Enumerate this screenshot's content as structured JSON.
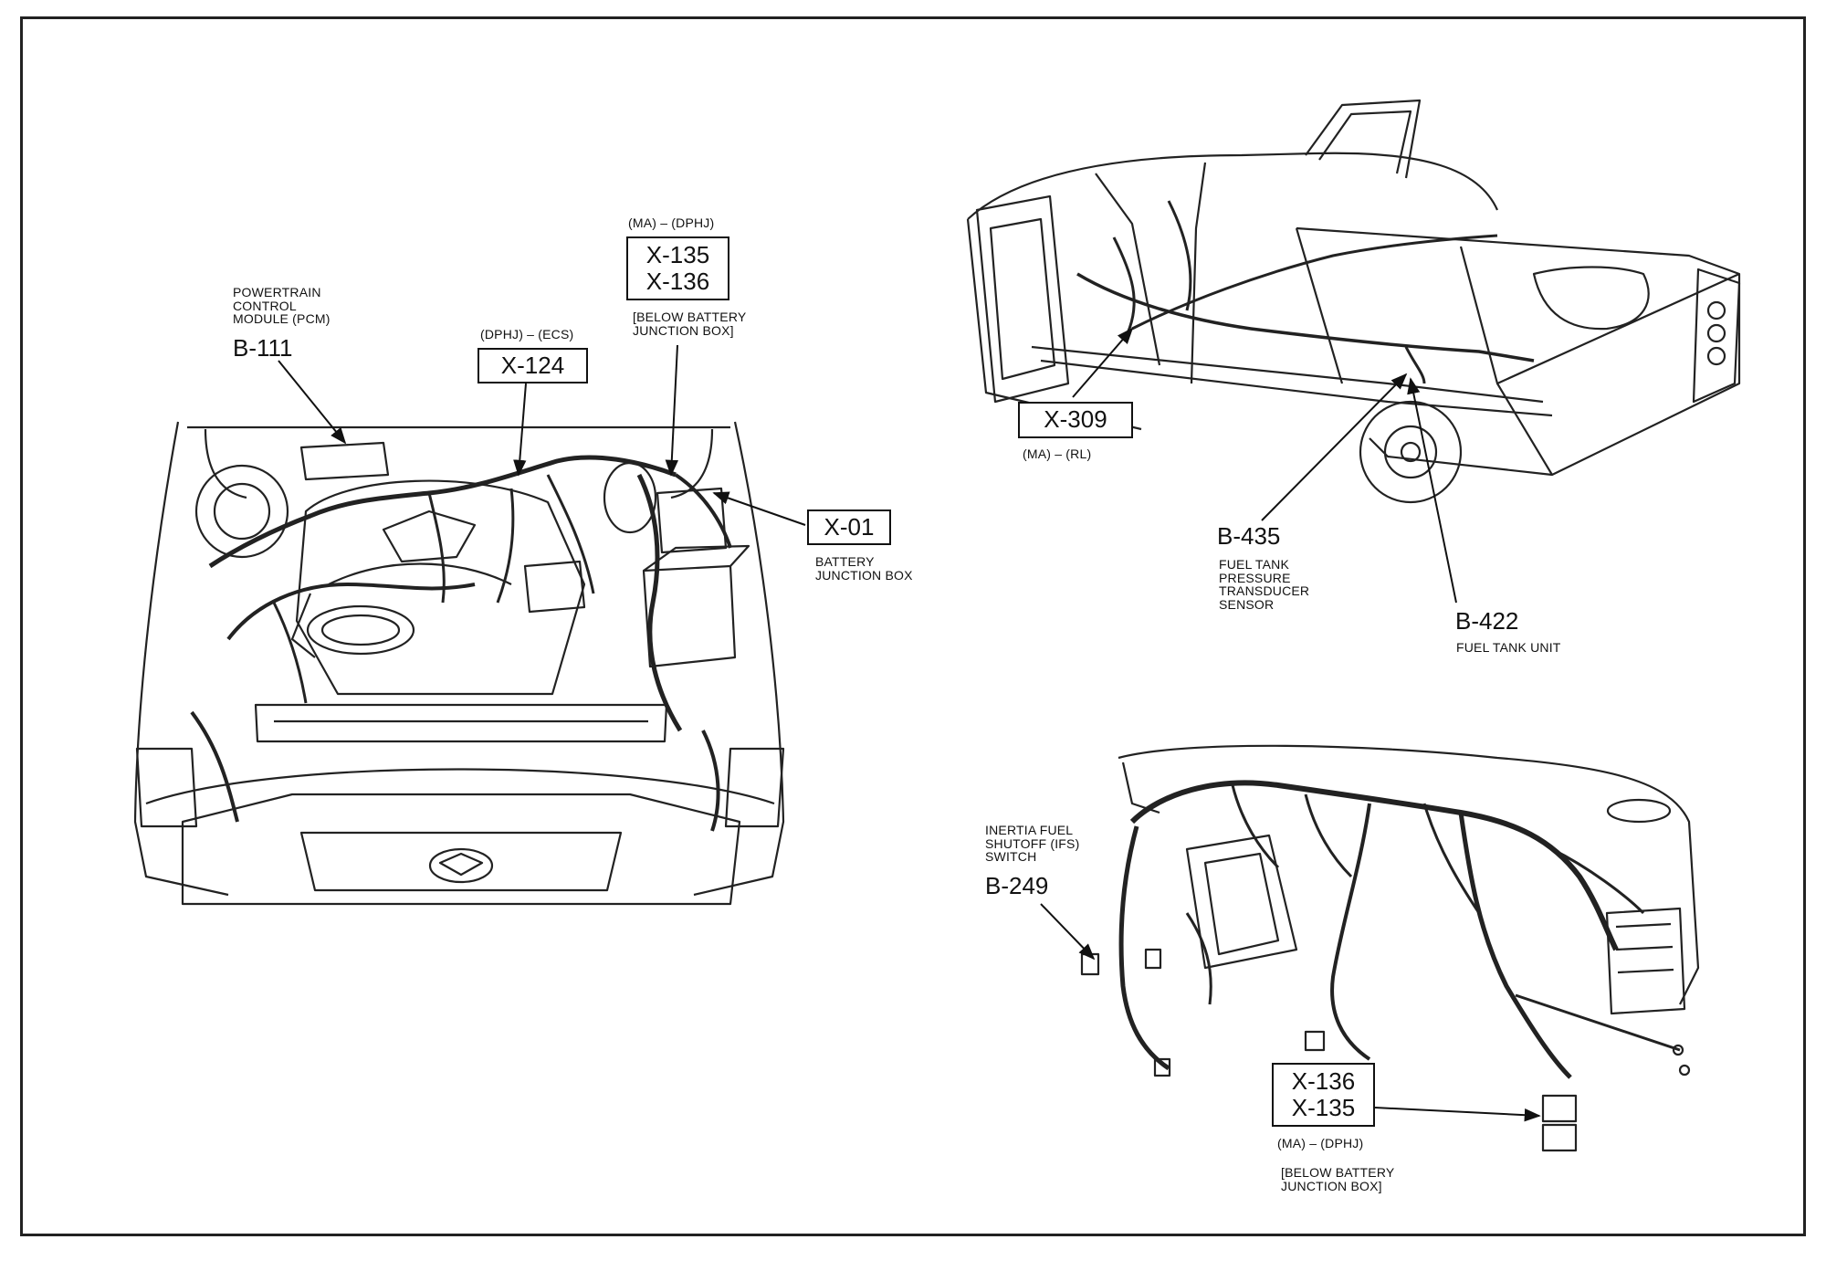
{
  "engine": {
    "pcm": {
      "line1": "POWERTRAIN",
      "line2": "CONTROL",
      "line3": "MODULE (PCM)",
      "code": "B-111"
    },
    "x124": {
      "variant": "(DPHJ) – (ECS)",
      "code": "X-124"
    },
    "x135_136_top": {
      "variant": "(MA) – (DPHJ)",
      "code1": "X-135",
      "code2": "X-136",
      "note1": "[BELOW BATTERY",
      "note2": "JUNCTION BOX]"
    },
    "x01": {
      "code": "X-01",
      "line1": "BATTERY",
      "line2": "JUNCTION BOX"
    }
  },
  "truck": {
    "x309": {
      "code": "X-309",
      "variant": "(MA) – (RL)"
    },
    "b435": {
      "code": "B-435",
      "line1": "FUEL TANK",
      "line2": "PRESSURE",
      "line3": "TRANSDUCER",
      "line4": "SENSOR"
    },
    "b422": {
      "code": "B-422",
      "line1": "FUEL TANK UNIT"
    }
  },
  "dash": {
    "b249": {
      "line1": "INERTIA FUEL",
      "line2": "SHUTOFF (IFS)",
      "line3": "SWITCH",
      "code": "B-249"
    },
    "x136_135_bottom": {
      "code1": "X-136",
      "code2": "X-135",
      "variant": "(MA) – (DPHJ)",
      "note1": "[BELOW BATTERY",
      "note2": "JUNCTION BOX]"
    }
  }
}
